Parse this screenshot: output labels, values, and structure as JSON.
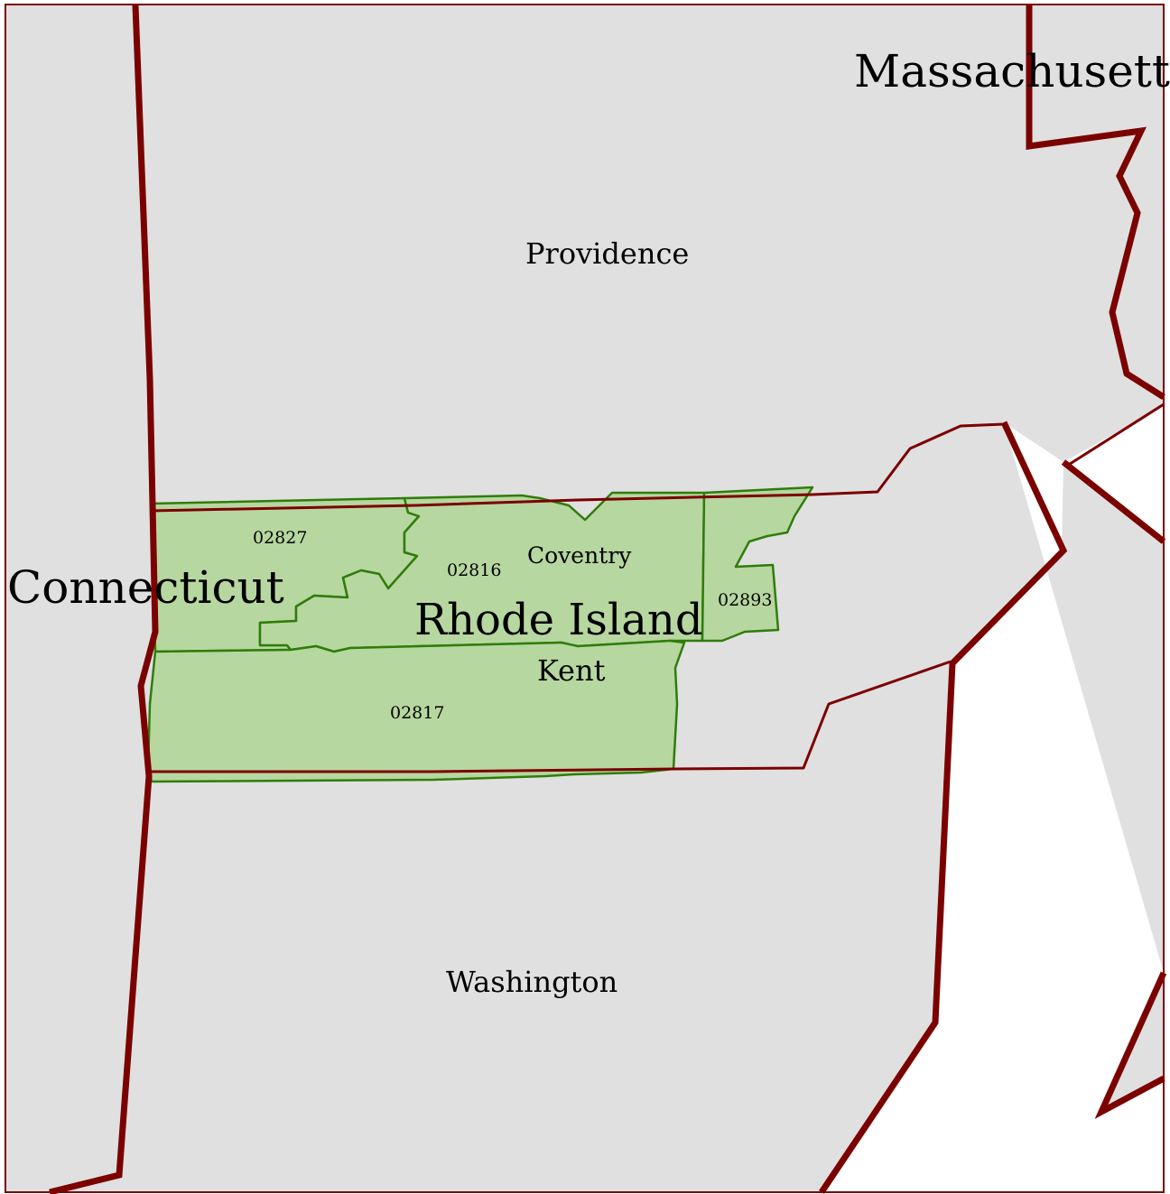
{
  "colors": {
    "land": "#e0e0e0",
    "water": "#ffffff",
    "state_border": "#7b0000",
    "county_border": "#7b0000",
    "selection_fill": "#b7d7a0",
    "selection_border": "#2e7d0a"
  },
  "labels": {
    "massachusetts": "Massachusetts",
    "connecticut": "Connecticut",
    "rhode_island": "Rhode Island",
    "providence": "Providence",
    "kent": "Kent",
    "washington": "Washington",
    "coventry": "Coventry"
  },
  "zip_codes": {
    "z02827": "02827",
    "z02816": "02816",
    "z02817": "02817",
    "z02893": "02893"
  }
}
